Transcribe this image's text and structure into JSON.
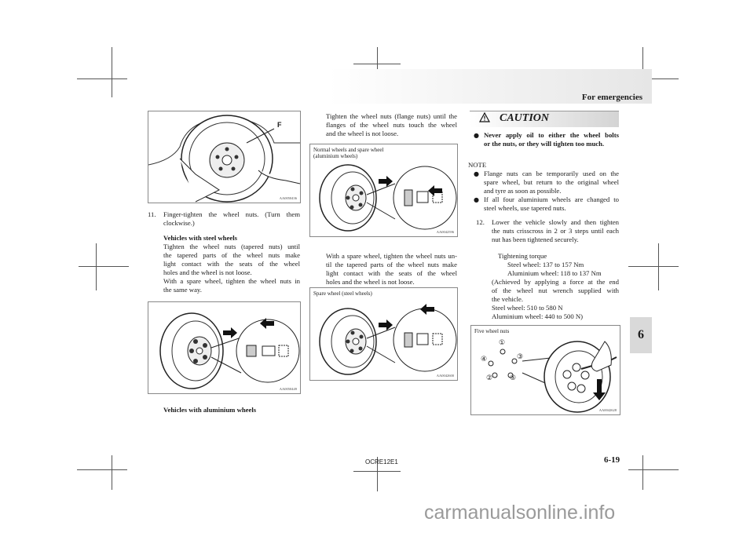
{
  "header": {
    "section_title": "For emergencies"
  },
  "chapter_tab": "6",
  "left_column": {
    "fig1": {
      "callout": "F",
      "code": "AA0050436"
    },
    "step11": {
      "number": "11.",
      "line1": "Finger-tighten the wheel nuts. (Turn them",
      "line2": "clockwise.)",
      "steel_heading": "Vehicles with steel wheels",
      "steel_text_lines": [
        "Tighten the wheel nuts (tapered nuts) until",
        "the tapered parts of the wheel nuts make",
        "light contact with the seats of the wheel",
        "holes and the wheel is not loose.",
        "With a spare wheel, tighten the wheel nuts in",
        "the same way."
      ]
    },
    "fig2": {
      "code": "AA0050449"
    },
    "aluminium_heading": "Vehicles with aluminium wheels"
  },
  "middle_column": {
    "intro_lines": [
      "Tighten the wheel nuts (flange nuts) until the",
      "flanges of the wheel nuts touch the wheel",
      "and the wheel is not loose."
    ],
    "fig3": {
      "caption_line1": "Normal wheels and spare wheel",
      "caption_line2": "(aluminium wheels)",
      "code": "AA0042596"
    },
    "spare_text_lines": [
      "With a spare wheel, tighten the wheel nuts un-",
      "til the tapered parts of the wheel nuts make",
      "light contact with the seats of the wheel",
      "holes and the wheel is not loose."
    ],
    "fig4": {
      "caption": "Spare wheel (steel wheels)",
      "code": "AA0042600"
    }
  },
  "right_column": {
    "caution": {
      "title": "CAUTION",
      "line1": "Never apply oil to either the wheel bolts",
      "line2": "or the nuts, or they will tighten too much."
    },
    "note": {
      "label": "NOTE",
      "item1_lines": [
        "Flange nuts can be temporarily used on the",
        "spare wheel, but return to the original wheel",
        "and tyre as soon as possible."
      ],
      "item2_lines": [
        "If all four aluminium wheels are changed to",
        "steel wheels, use tapered nuts."
      ]
    },
    "step12": {
      "number": "12.",
      "lines": [
        "Lower the vehicle slowly and then tighten",
        "the nuts crisscross in 2 or 3 steps until each",
        "nut has been tightened securely."
      ]
    },
    "torque": {
      "heading": "Tightening torque",
      "steel": "Steel wheel: 137 to 157 Nm",
      "aluminium": "Aluminium wheel: 118 to 137 Nm",
      "note_lines": [
        "(Achieved by applying a force at the end",
        "of the wheel nut wrench supplied with",
        "the vehicle.",
        "Steel wheel: 510 to 580 N",
        "Aluminium wheel: 440 to 500 N)"
      ]
    },
    "fig5": {
      "caption": "Five wheel nuts",
      "nut_labels": [
        "①",
        "②",
        "③",
        "④",
        "⑤"
      ],
      "code": "AA0042628"
    }
  },
  "footer": {
    "doc_code": "OCRE12E1",
    "page_number": "6-19"
  },
  "watermark": "carmanualsonline.info"
}
